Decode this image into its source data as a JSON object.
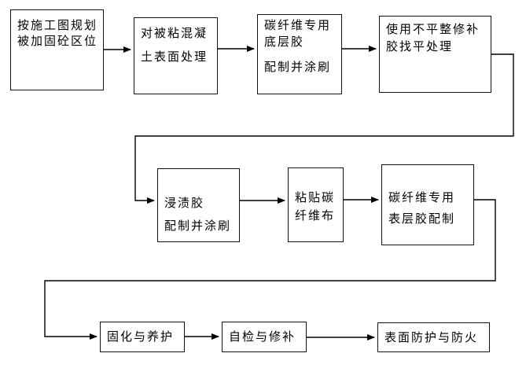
{
  "diagram": {
    "type": "flowchart",
    "boxes": {
      "plan": {
        "lines": [
          "按施工图规划",
          "被加固砼区位"
        ]
      },
      "surface": {
        "lines": [
          "对被粘混凝",
          "土表面处理"
        ]
      },
      "primer": {
        "lines": [
          "碳纤维专用",
          "底层胶",
          "配制并涂刷"
        ]
      },
      "leveling": {
        "lines": [
          "使用不平整修补",
          "胶找平处理"
        ]
      },
      "impregnate": {
        "lines": [
          "浸渍胶",
          "配制并涂刷"
        ]
      },
      "paste_fiber": {
        "lines": [
          "粘贴碳",
          "纤维布"
        ]
      },
      "topcoat": {
        "lines": [
          "碳纤维专用",
          "表层胶配制"
        ]
      },
      "curing": {
        "lines": [
          "固化与养护"
        ]
      },
      "inspection": {
        "lines": [
          "自检与修补"
        ]
      },
      "protection": {
        "lines": [
          "表面防护与防火"
        ]
      }
    },
    "flow_order": [
      "plan",
      "surface",
      "primer",
      "leveling",
      "impregnate",
      "paste_fiber",
      "topcoat",
      "curing",
      "inspection",
      "protection"
    ],
    "colors": {
      "background": "#ffffff",
      "box_border": "#111111",
      "line": "#000000",
      "text": "#000000"
    }
  }
}
